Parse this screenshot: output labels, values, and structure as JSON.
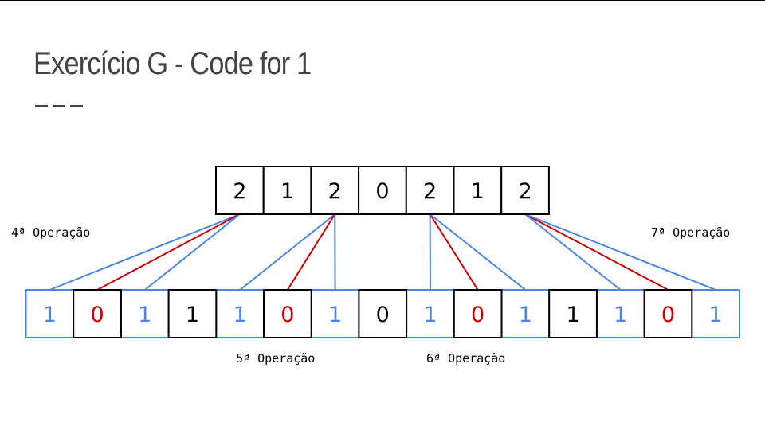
{
  "title": "Exercício G - Code for 1",
  "colors": {
    "black": "#000000",
    "blue": "#4a86e8",
    "red": "#cc0000",
    "title_gray": "#434343"
  },
  "top_row": [
    "2",
    "1",
    "2",
    "0",
    "2",
    "1",
    "2"
  ],
  "bottom_row": [
    {
      "value": "1",
      "color": "blue"
    },
    {
      "value": "0",
      "color": "red"
    },
    {
      "value": "1",
      "color": "blue"
    },
    {
      "value": "1",
      "color": "black"
    },
    {
      "value": "1",
      "color": "blue"
    },
    {
      "value": "0",
      "color": "red"
    },
    {
      "value": "1",
      "color": "blue"
    },
    {
      "value": "0",
      "color": "black"
    },
    {
      "value": "1",
      "color": "blue"
    },
    {
      "value": "0",
      "color": "red"
    },
    {
      "value": "1",
      "color": "blue"
    },
    {
      "value": "1",
      "color": "black"
    },
    {
      "value": "1",
      "color": "blue"
    },
    {
      "value": "0",
      "color": "red"
    },
    {
      "value": "1",
      "color": "blue"
    }
  ],
  "connections": [
    {
      "from": 0,
      "to": 0,
      "color": "blue"
    },
    {
      "from": 0,
      "to": 1,
      "color": "red"
    },
    {
      "from": 0,
      "to": 2,
      "color": "blue"
    },
    {
      "from": 2,
      "to": 4,
      "color": "blue"
    },
    {
      "from": 2,
      "to": 5,
      "color": "red"
    },
    {
      "from": 2,
      "to": 6,
      "color": "blue"
    },
    {
      "from": 4,
      "to": 8,
      "color": "blue"
    },
    {
      "from": 4,
      "to": 9,
      "color": "red"
    },
    {
      "from": 4,
      "to": 10,
      "color": "blue"
    },
    {
      "from": 6,
      "to": 12,
      "color": "blue"
    },
    {
      "from": 6,
      "to": 13,
      "color": "red"
    },
    {
      "from": 6,
      "to": 14,
      "color": "blue"
    }
  ],
  "operations": {
    "op4": "4ª Operação",
    "op5": "5ª Operação",
    "op6": "6ª Operação",
    "op7": "7ª Operação"
  }
}
